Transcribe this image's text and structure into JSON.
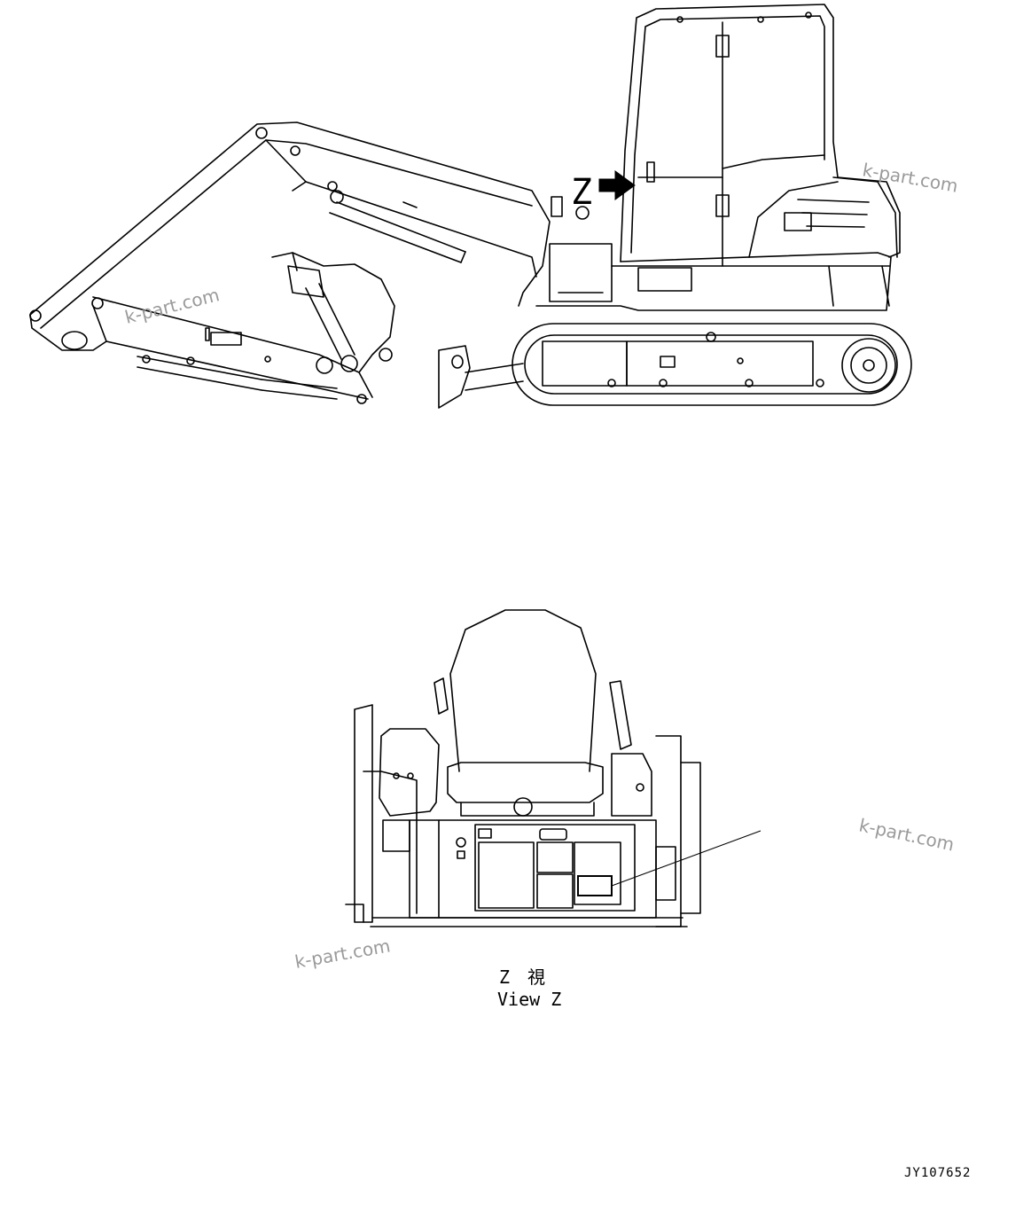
{
  "side_view": {
    "callout_letter": "Z"
  },
  "view_z": {
    "caption_jp": "Z　視",
    "caption_en": "View Z"
  },
  "watermarks": [
    "k-part.com",
    "k-part.com",
    "k-part.com",
    "k-part.com"
  ],
  "drawing_number": "JY107652",
  "colors": {
    "line": "#000000",
    "watermark": "#9a9a9a",
    "background": "#ffffff"
  }
}
